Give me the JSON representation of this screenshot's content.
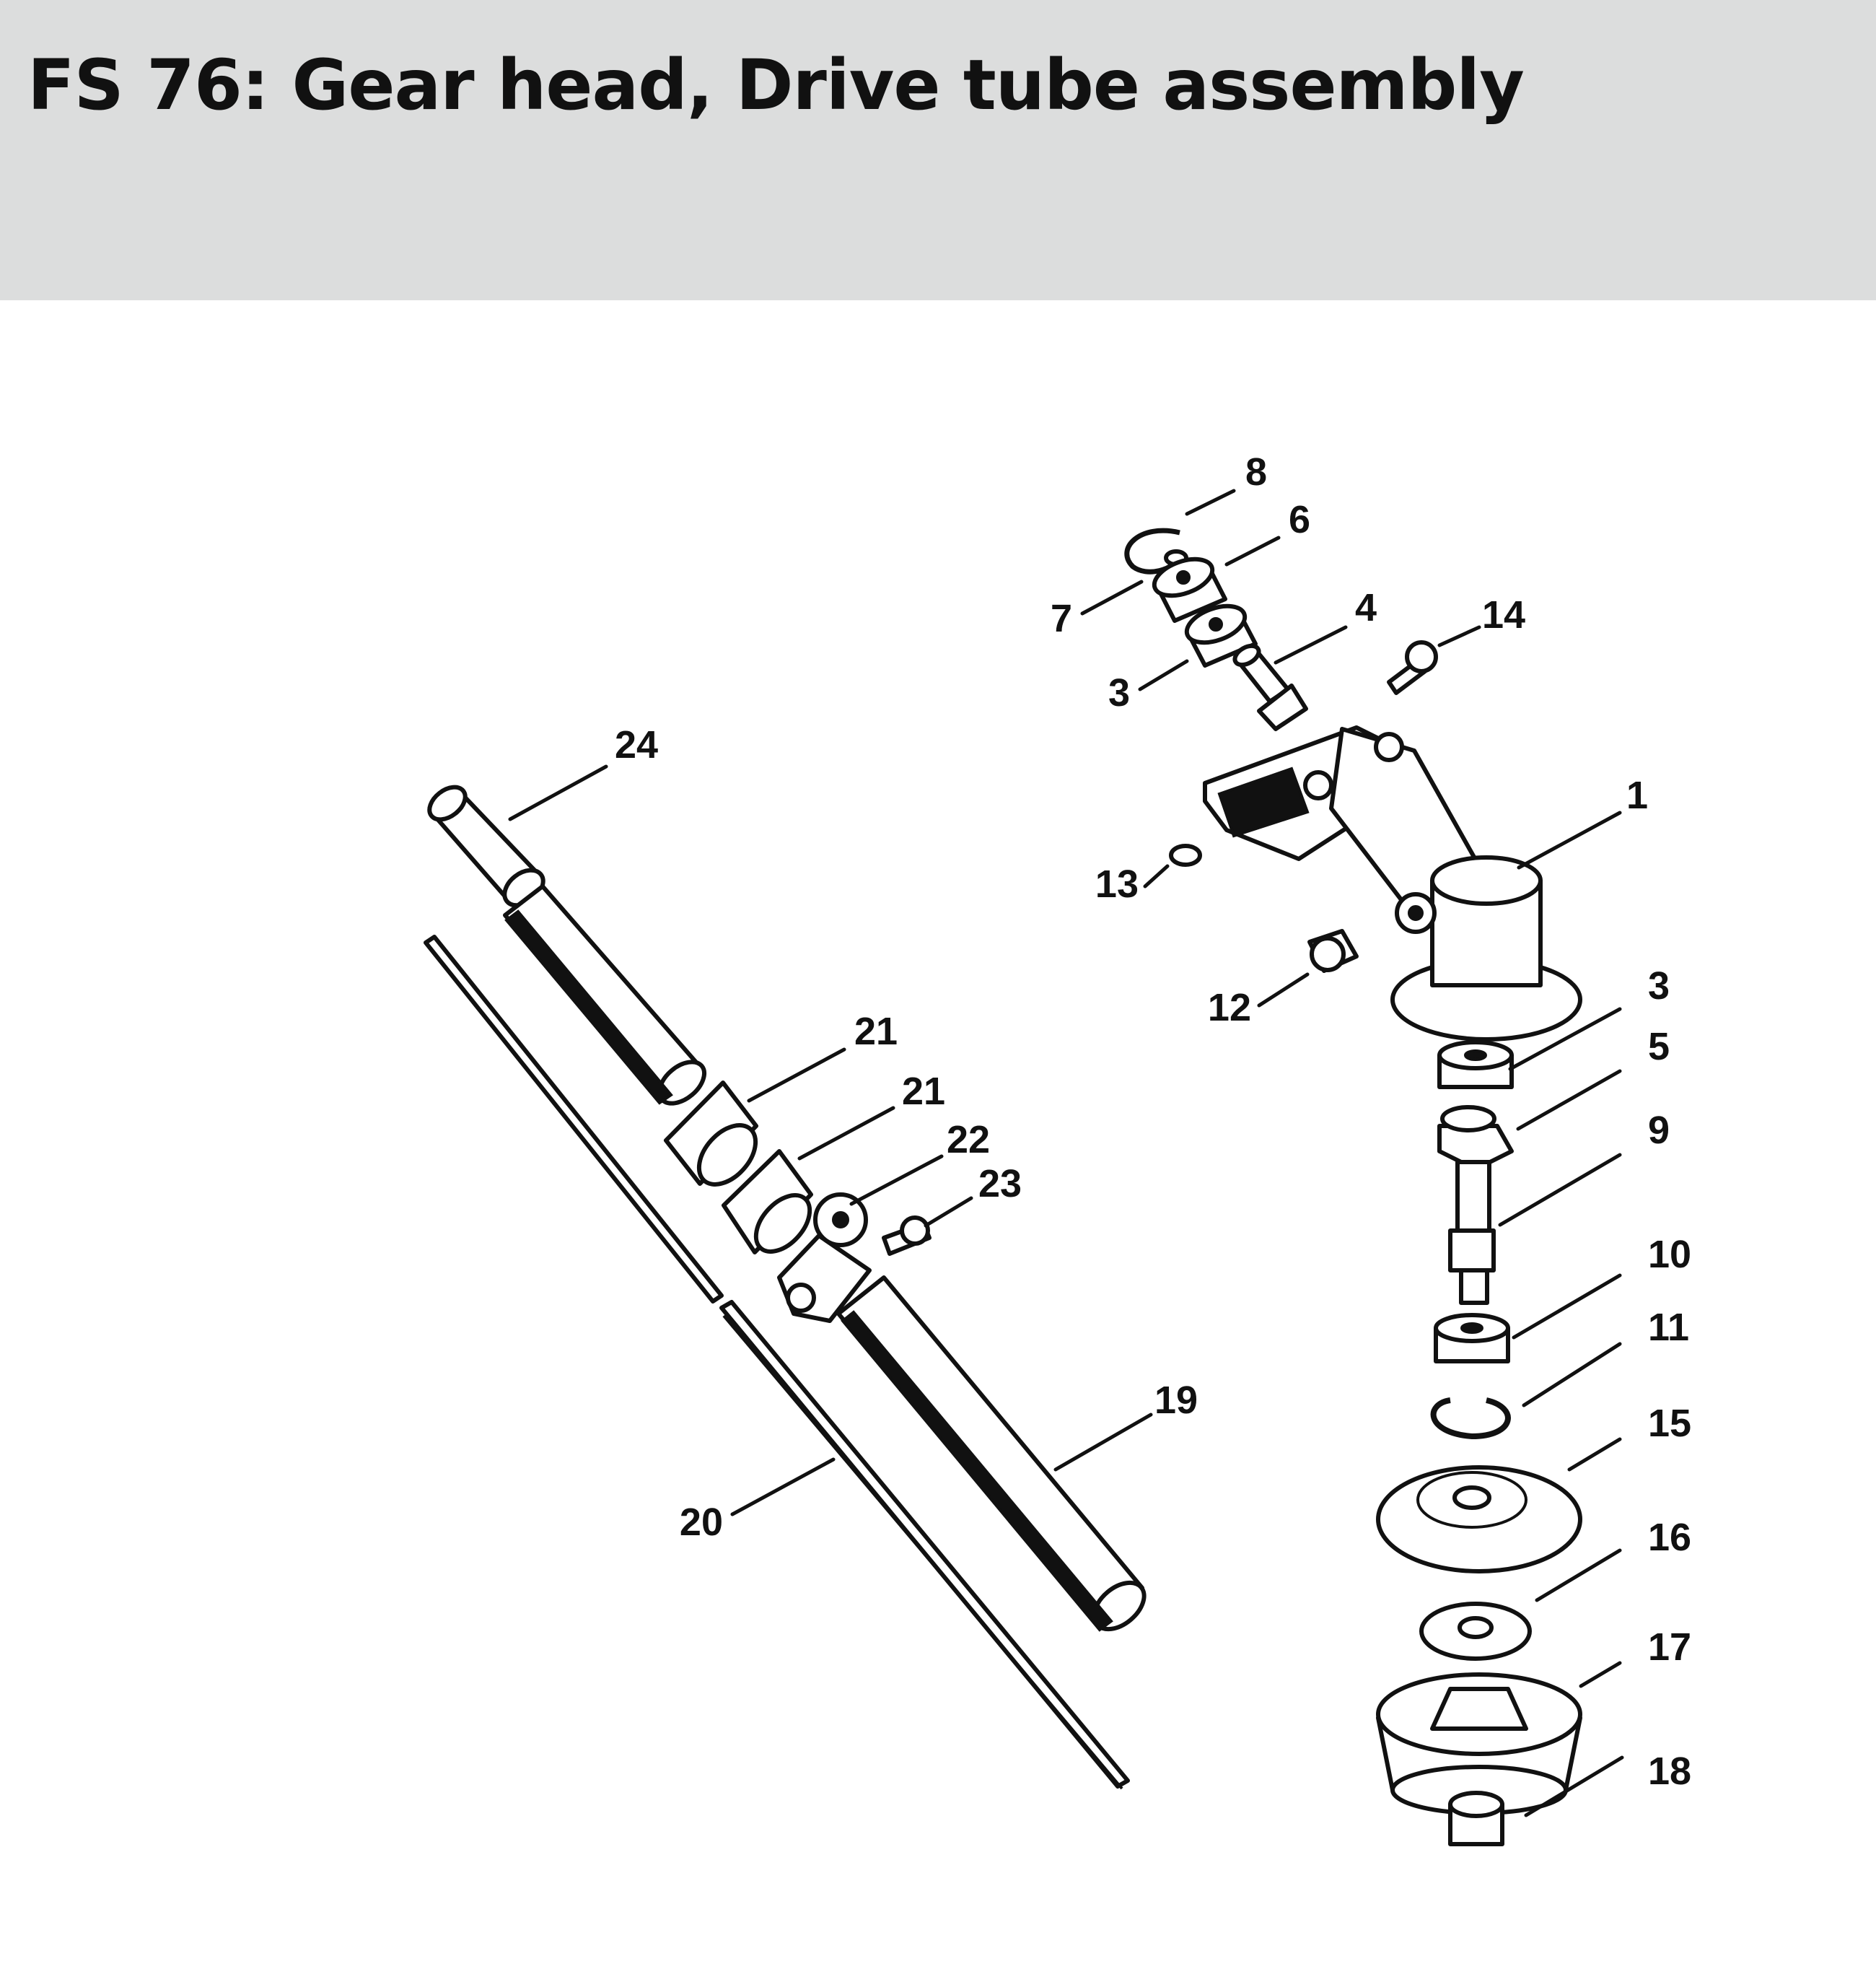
{
  "title": "FS 76: Gear head, Drive tube assembly",
  "colors": {
    "header_background": "#dcdddd",
    "ink": "#111111"
  },
  "callouts": [
    "8",
    "6",
    "7",
    "4",
    "14",
    "3",
    "24",
    "1",
    "13",
    "12",
    "3",
    "5",
    "9",
    "21",
    "21",
    "22",
    "23",
    "10",
    "11",
    "19",
    "15",
    "20",
    "16",
    "17",
    "18"
  ]
}
